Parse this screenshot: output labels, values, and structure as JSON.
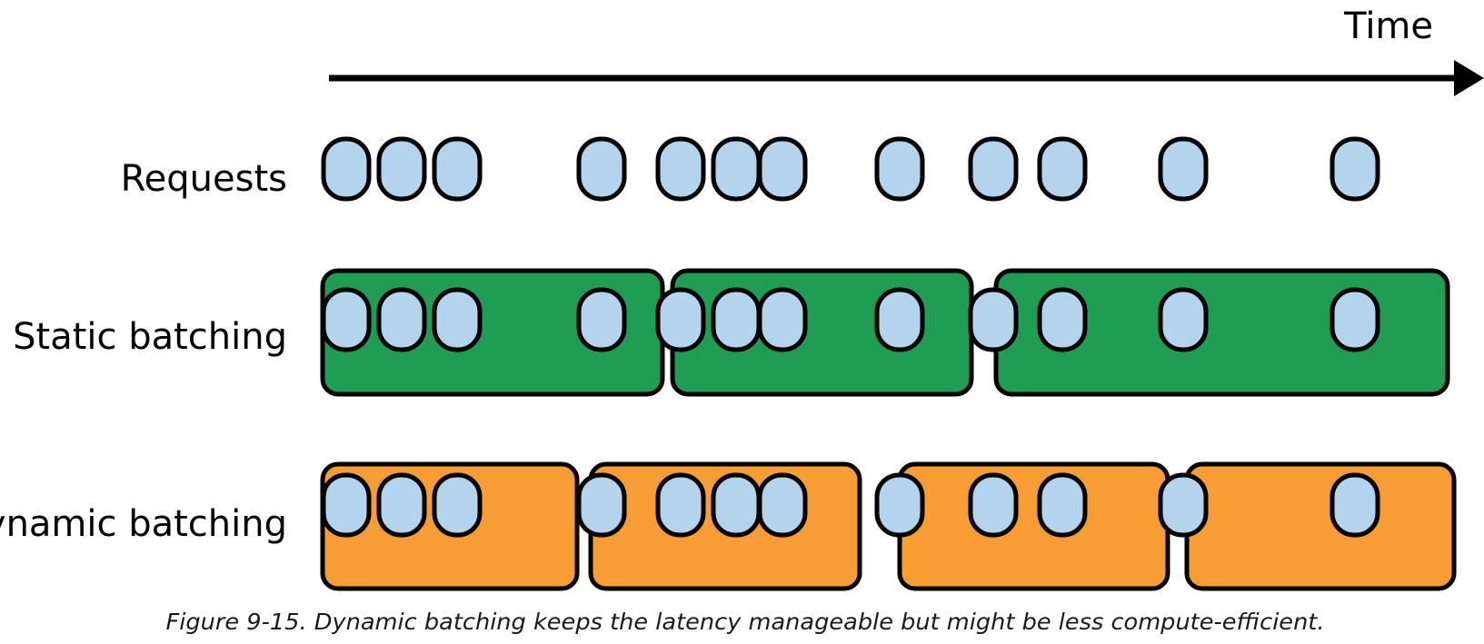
{
  "axis": {
    "title": "Time"
  },
  "rows": [
    {
      "id": "requests",
      "label": "Requests",
      "group_color": "",
      "groups": []
    },
    {
      "id": "static",
      "label": "Static batching",
      "group_color": "#1f9d55",
      "groups": [
        {
          "start": 0,
          "end": 4
        },
        {
          "start": 4,
          "end": 8
        },
        {
          "start": 8,
          "end": 12
        }
      ]
    },
    {
      "id": "dynamic",
      "label": "Dynamic batching",
      "group_color": "#f79d34",
      "groups": [
        {
          "start": 0,
          "end": 3
        },
        {
          "start": 3,
          "end": 7
        },
        {
          "start": 7,
          "end": 10
        },
        {
          "start": 10,
          "end": 12
        }
      ]
    }
  ],
  "requests": {
    "count": 12,
    "fill_color": "#b3d4ec",
    "stroke_color": "#000000"
  },
  "caption": "Figure 9-15. Dynamic batching keeps the latency manageable but might be less compute-efficient."
}
